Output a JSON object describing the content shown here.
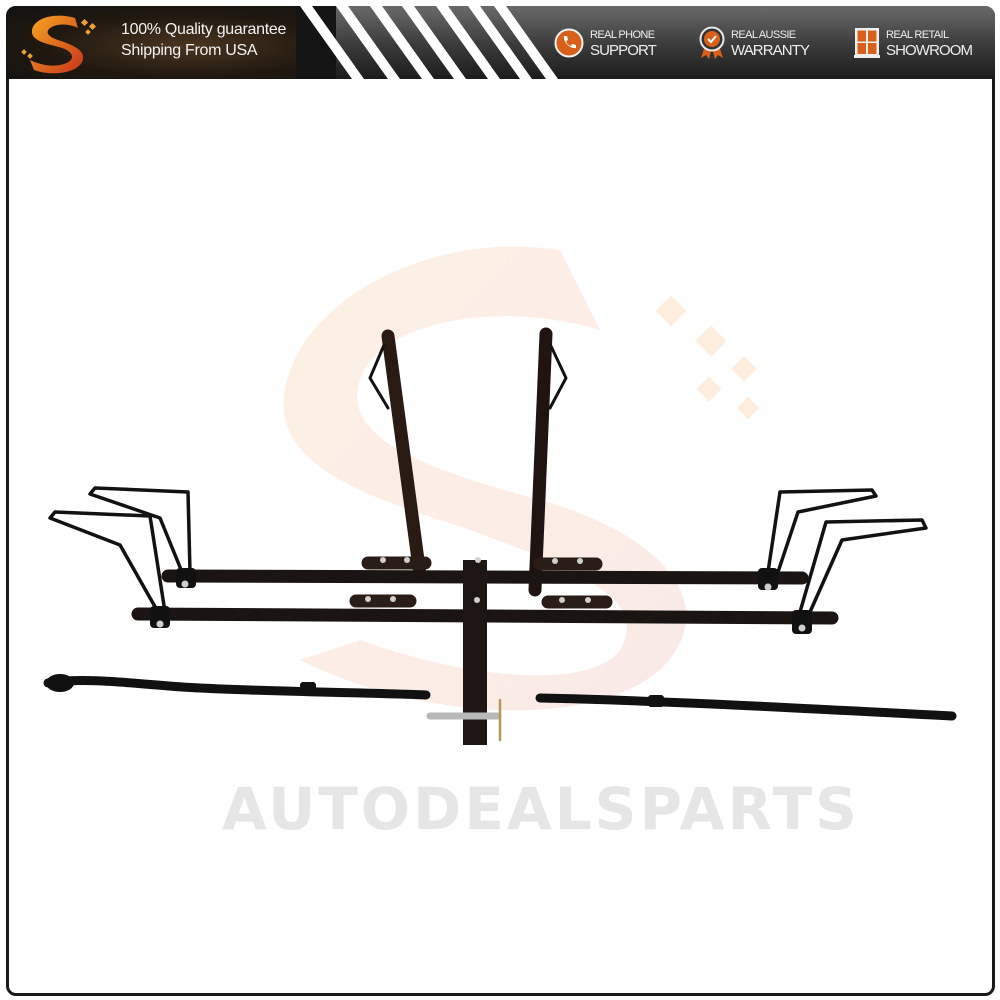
{
  "header": {
    "logo": "s-brand-logo",
    "tagline_line1": "100% Quality guarantee",
    "tagline_line2": "Shipping From USA",
    "badges": [
      {
        "icon": "phone-icon",
        "line1": "REAL PHONE",
        "line2": "SUPPORT"
      },
      {
        "icon": "award-ribbon-icon",
        "line1": "REAL AUSSIE",
        "line2": "WARRANTY"
      },
      {
        "icon": "window-showroom-icon",
        "line1": "REAL RETAIL",
        "line2": "SHOWROOM"
      }
    ]
  },
  "product": {
    "description": "2-bike hitch mount rack with folding uprights, wheel trays, cradles, straps and hitch pin"
  },
  "watermark": "AUTODEALSPARTS",
  "colors": {
    "accent_orange": "#d9601a",
    "header_dark": "#1c1c1c",
    "frame_border": "#1a1a1a",
    "watermark_gray": "#e6e6e6"
  }
}
